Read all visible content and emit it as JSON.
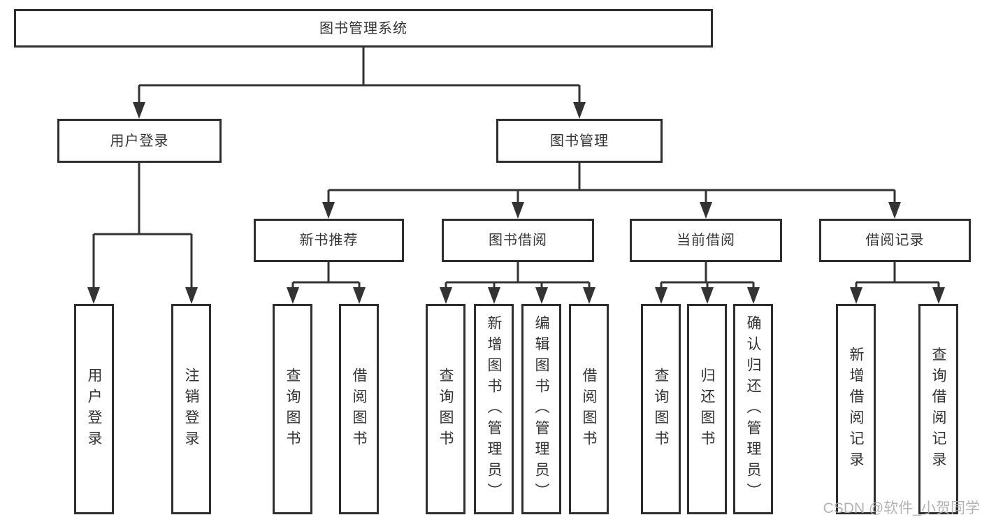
{
  "diagram": {
    "root": {
      "label": "图书管理系统"
    },
    "level2": [
      {
        "label": "用户登录"
      },
      {
        "label": "图书管理"
      }
    ],
    "level3": [
      {
        "label": "新书推荐"
      },
      {
        "label": "图书借阅"
      },
      {
        "label": "当前借阅"
      },
      {
        "label": "借阅记录"
      }
    ],
    "leaves": {
      "user_login": [
        {
          "label": "用户登录"
        },
        {
          "label": "注销登录"
        }
      ],
      "new_book": [
        {
          "label": "查询图书"
        },
        {
          "label": "借阅图书"
        }
      ],
      "book_borrow": [
        {
          "label": "查询图书"
        },
        {
          "label": "新增图书（管理员）"
        },
        {
          "label": "编辑图书（管理员）"
        },
        {
          "label": "借阅图书"
        }
      ],
      "current_borrow": [
        {
          "label": "查询图书"
        },
        {
          "label": "归还图书"
        },
        {
          "label": "确认归还（管理员）"
        }
      ],
      "borrow_records": [
        {
          "label": "新增借阅记录"
        },
        {
          "label": "查询借阅记录"
        }
      ]
    },
    "colors": {
      "line": "#333333",
      "box_border": "#2e2e2e",
      "text": "#333333",
      "watermark": "#acacac",
      "background": "#ffffff"
    }
  },
  "watermark": {
    "text": "CSDN @软件_小贺同学"
  }
}
